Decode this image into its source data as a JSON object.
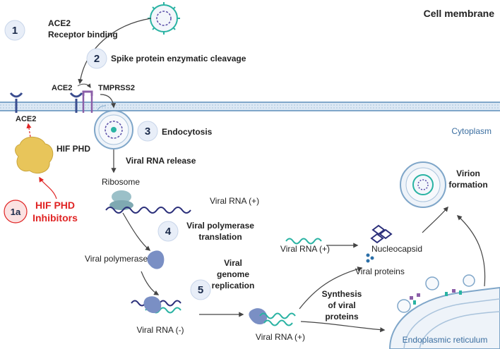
{
  "labels": {
    "cell_membrane": "Cell membrane",
    "cytoplasm": "Cytoplasm",
    "step1_line1": "ACE2",
    "step1_line2": "Receptor binding",
    "step2": "Spike protein enzymatic cleavage",
    "ace2_top": "ACE2",
    "tmprss2": "TMPRSS2",
    "ace2_left": "ACE2",
    "hif_phd": "HIF PHD",
    "step3": "Endocytosis",
    "viral_rna_release": "Viral RNA release",
    "ribosome": "Ribosome",
    "viral_rna_plus_top": "Viral RNA  (+)",
    "hif_inhibitors_line1": "HIF PHD",
    "hif_inhibitors_line2": "Inhibitors",
    "step4_line1": "Viral polymerase",
    "step4_line2": "translation",
    "viral_polymerase": "Viral polymerase",
    "step5_line1": "Viral",
    "step5_line2": "genome",
    "step5_line3": "replication",
    "viral_rna_minus": "Viral RNA (-)",
    "viral_rna_plus_bottom": "Viral RNA (+)",
    "viral_rna_plus_mid": "Viral RNA (+)",
    "viral_proteins": "Viral proteins",
    "nucleocapsid": "Nucleocapsid",
    "virion_line1": "Virion",
    "virion_line2": "formation",
    "synthesis_line1": "Synthesis",
    "synthesis_line2": "of viral",
    "synthesis_line3": "proteins",
    "er": "Endoplasmic reticulum"
  },
  "steps": {
    "s1": "1",
    "s2": "2",
    "s3": "3",
    "s4": "4",
    "s5": "5",
    "s1a": "1a"
  },
  "colors": {
    "membrane": "#7fa6c9",
    "step_circle_fill": "#e8eef8",
    "inhibitor_red": "#e02424",
    "rna_dark": "#2b2f7a",
    "rna_teal": "#2ab3a3",
    "protein_blue": "#7a8fc4",
    "enzyme_yellow": "#e8c55a"
  }
}
